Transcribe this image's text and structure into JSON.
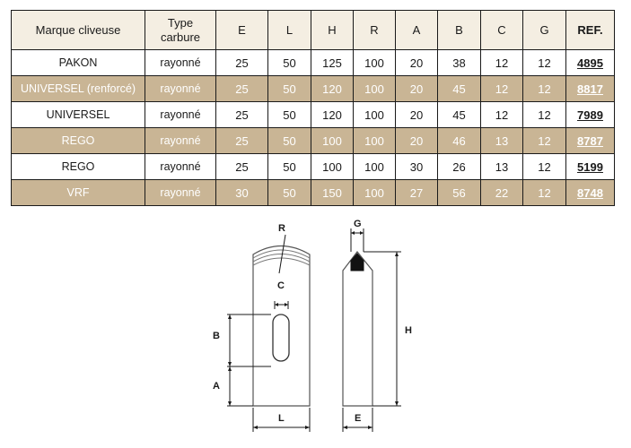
{
  "table": {
    "headers": {
      "brand": "Marque cliveuse",
      "type_line1": "Type",
      "type_line2": "carbure",
      "E": "E",
      "L": "L",
      "H": "H",
      "R": "R",
      "A": "A",
      "B": "B",
      "C": "C",
      "G": "G",
      "ref": "REF."
    },
    "rows": [
      {
        "brand": "PAKON",
        "carbure": "rayonné",
        "E": "25",
        "L": "50",
        "H": "125",
        "R": "100",
        "A": "20",
        "B": "38",
        "C": "12",
        "G": "12",
        "ref": "4895"
      },
      {
        "brand": "UNIVERSEL (renforcé)",
        "carbure": "rayonné",
        "E": "25",
        "L": "50",
        "H": "120",
        "R": "100",
        "A": "20",
        "B": "45",
        "C": "12",
        "G": "12",
        "ref": "8817"
      },
      {
        "brand": "UNIVERSEL",
        "carbure": "rayonné",
        "E": "25",
        "L": "50",
        "H": "120",
        "R": "100",
        "A": "20",
        "B": "45",
        "C": "12",
        "G": "12",
        "ref": "7989"
      },
      {
        "brand": "REGO",
        "carbure": "rayonné",
        "E": "25",
        "L": "50",
        "H": "100",
        "R": "100",
        "A": "20",
        "B": "46",
        "C": "13",
        "G": "12",
        "ref": "8787"
      },
      {
        "brand": "REGO",
        "carbure": "rayonné",
        "E": "25",
        "L": "50",
        "H": "100",
        "R": "100",
        "A": "30",
        "B": "26",
        "C": "13",
        "G": "12",
        "ref": "5199"
      },
      {
        "brand": "VRF",
        "carbure": "rayonné",
        "E": "30",
        "L": "50",
        "H": "150",
        "R": "100",
        "A": "27",
        "B": "56",
        "C": "22",
        "G": "12",
        "ref": "8748"
      }
    ]
  },
  "diagram": {
    "labels": {
      "R": "R",
      "C": "C",
      "B": "B",
      "A": "A",
      "L": "L",
      "G": "G",
      "H": "H",
      "E": "E"
    }
  },
  "colors": {
    "header_bg": "#f4eee2",
    "shaded_row": "#c9b595",
    "line": "#1a1a1a"
  }
}
